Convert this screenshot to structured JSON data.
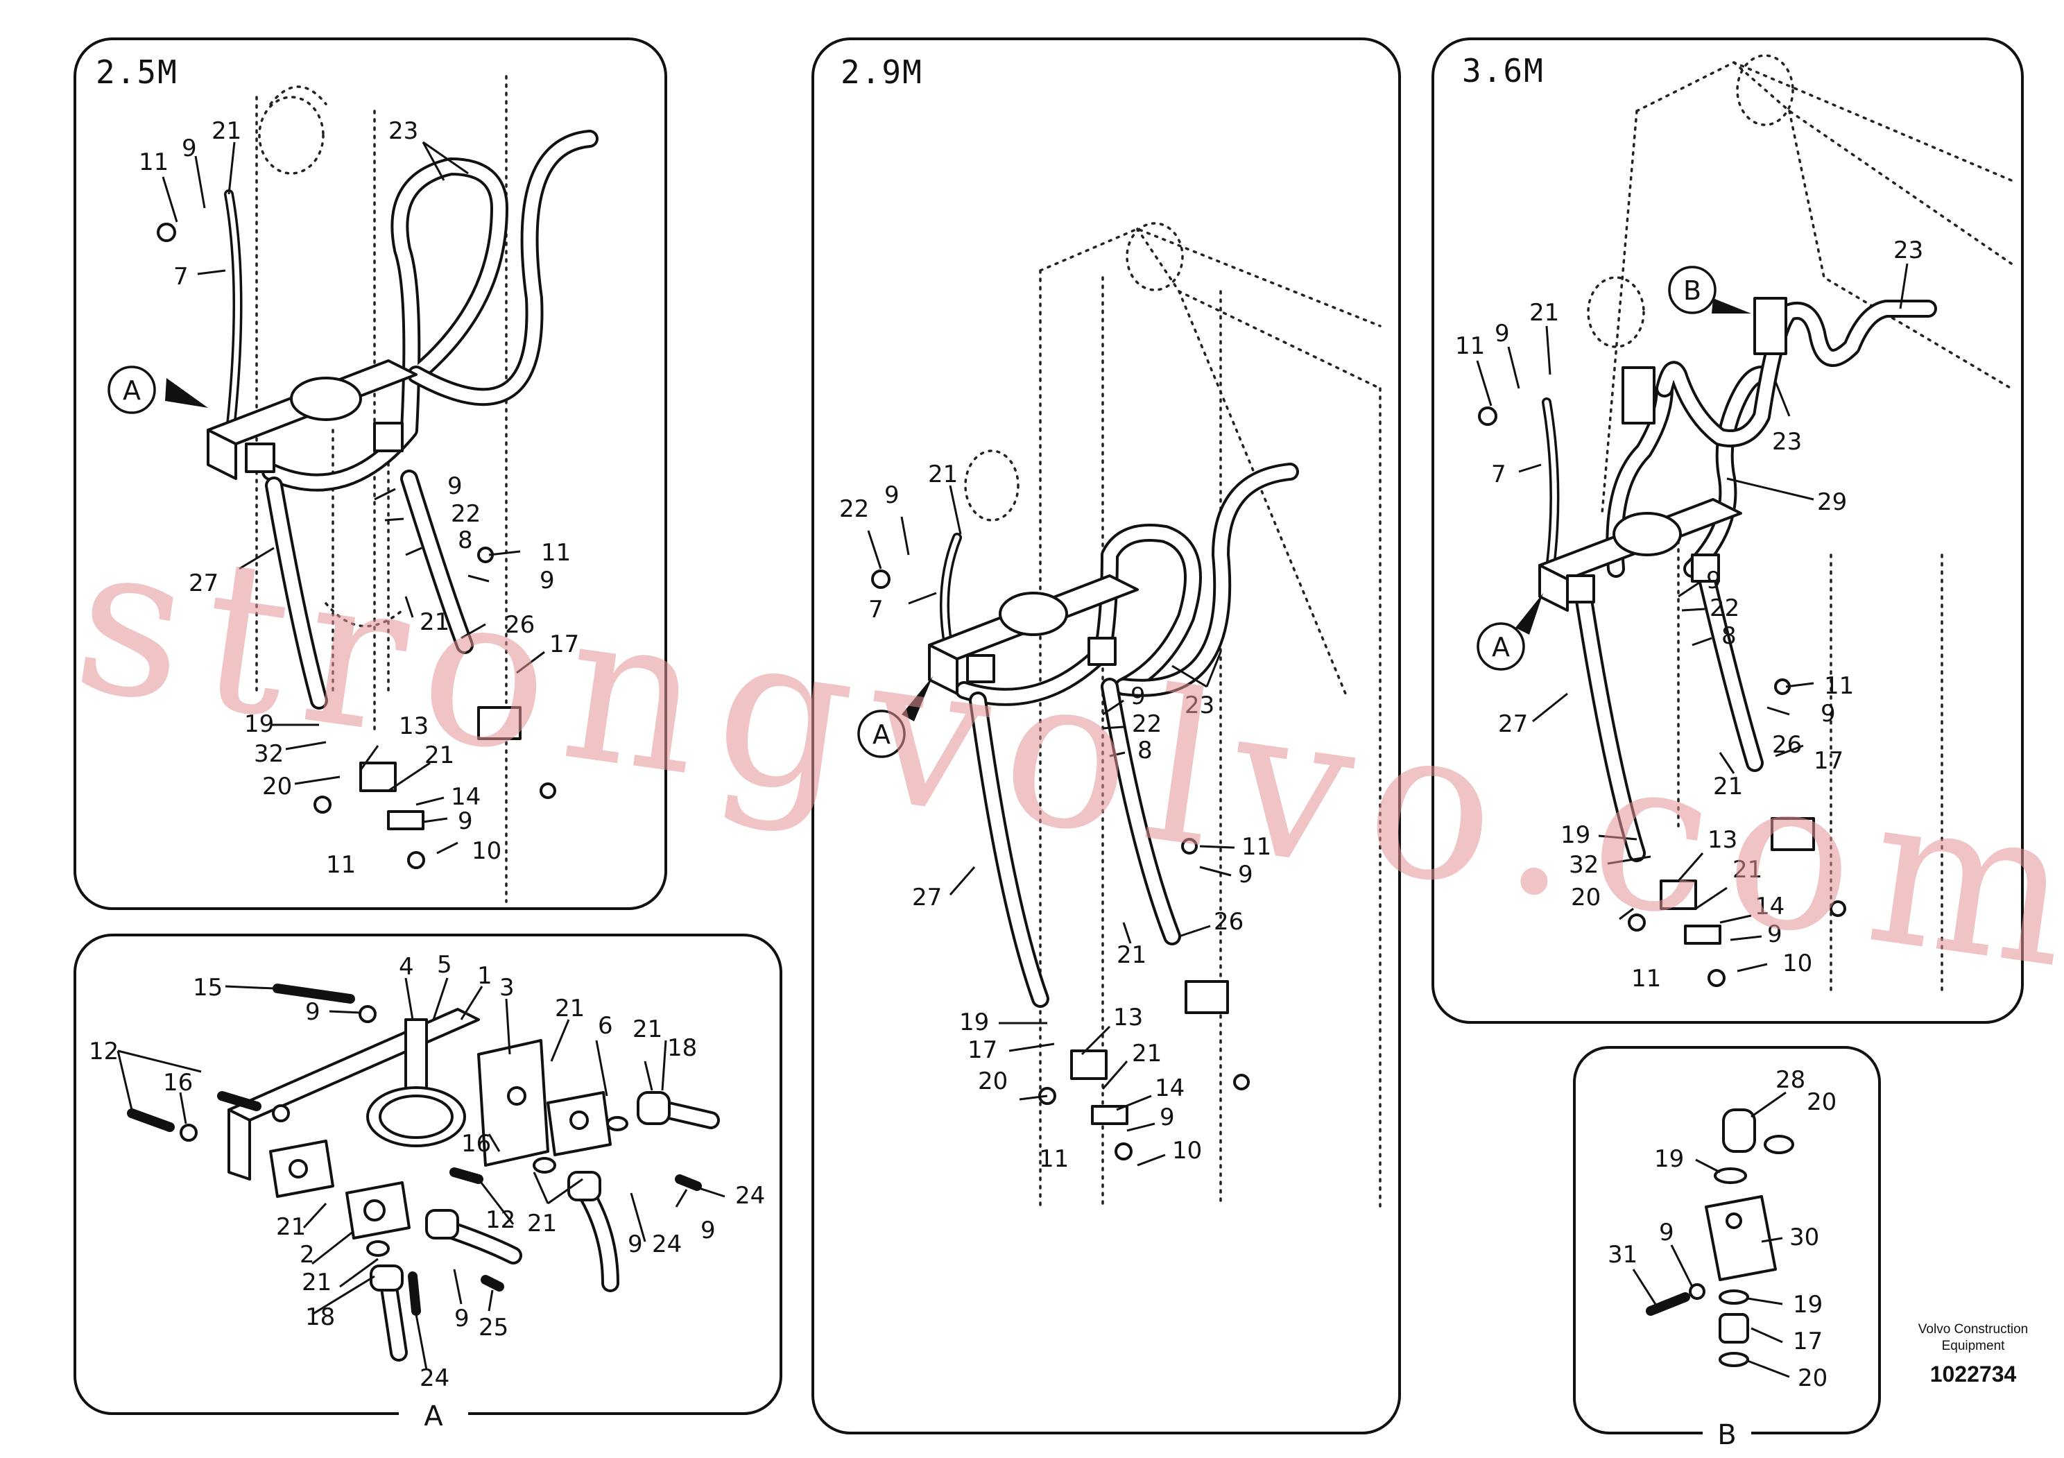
{
  "panels": {
    "p25": {
      "title": "2.5M",
      "callout": "A",
      "labels": [
        "11",
        "9",
        "21",
        "7",
        "23",
        "9",
        "22",
        "8",
        "11",
        "9",
        "27",
        "26",
        "17",
        "21",
        "19",
        "32",
        "13",
        "21",
        "20",
        "14",
        "9",
        "10",
        "11"
      ]
    },
    "p29": {
      "title": "2.9M",
      "callout": "A",
      "labels": [
        "22",
        "9",
        "21",
        "7",
        "23",
        "9",
        "22",
        "8",
        "11",
        "9",
        "27",
        "26",
        "21",
        "19",
        "13",
        "17",
        "21",
        "20",
        "14",
        "9",
        "11",
        "10"
      ]
    },
    "p36": {
      "title": "3.6M",
      "callout_b": "B",
      "callout_a": "A",
      "labels": [
        "11",
        "9",
        "21",
        "7",
        "23",
        "23",
        "29",
        "9",
        "22",
        "8",
        "11",
        "9",
        "27",
        "26",
        "17",
        "21",
        "19",
        "13",
        "32",
        "21",
        "20",
        "14",
        "9",
        "10",
        "11"
      ]
    },
    "detailA": {
      "section": "A",
      "labels": [
        "15",
        "9",
        "4",
        "5",
        "1",
        "3",
        "12",
        "16",
        "21",
        "6",
        "21",
        "18",
        "16",
        "12",
        "21",
        "21",
        "9",
        "24",
        "9",
        "24",
        "2",
        "21",
        "18",
        "9",
        "25",
        "24"
      ]
    },
    "detailB": {
      "section": "B",
      "labels": [
        "28",
        "20",
        "19",
        "30",
        "9",
        "31",
        "19",
        "17",
        "20"
      ]
    }
  },
  "watermark": "strongvolvo.com",
  "brand": {
    "line1": "Volvo Construction",
    "line2": "Equipment",
    "code": "1022734"
  }
}
